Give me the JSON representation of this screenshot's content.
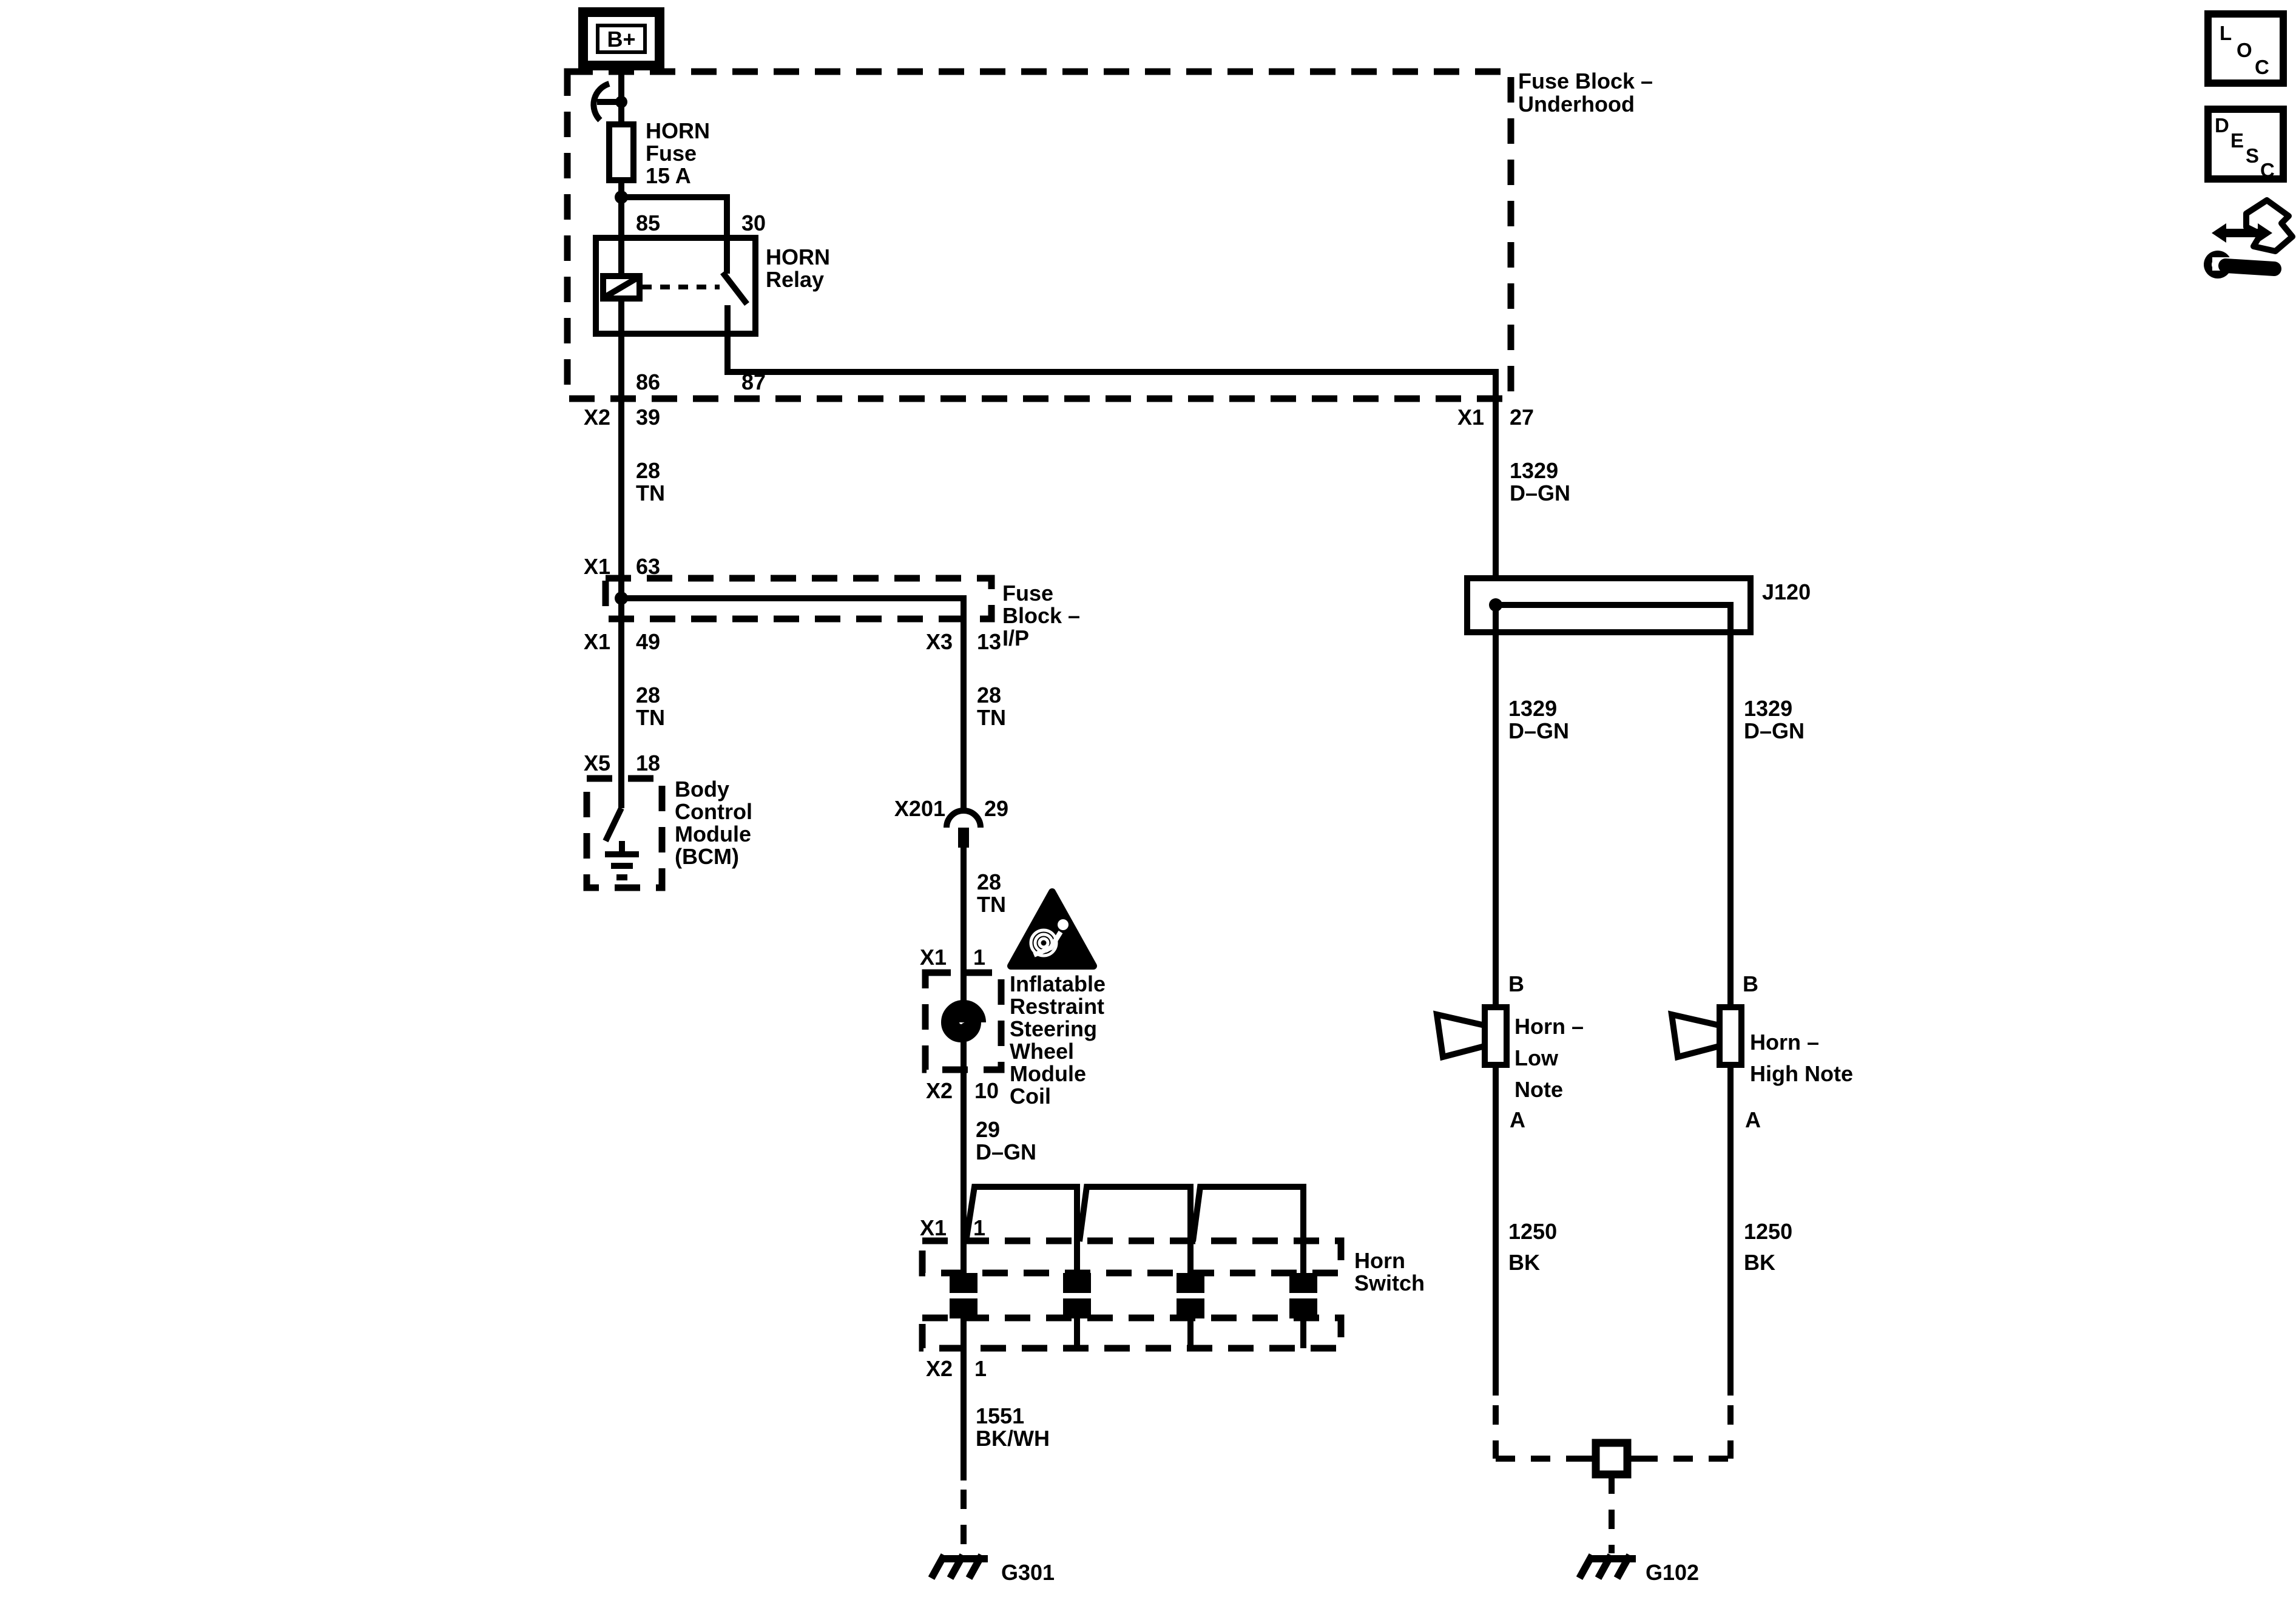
{
  "labels": {
    "b_plus": "B+",
    "fuse_block_underhood": [
      "Fuse Block –",
      "Underhood"
    ],
    "horn_fuse": [
      "HORN",
      "Fuse",
      "15 A"
    ],
    "horn_relay": [
      "HORN",
      "Relay"
    ],
    "pin_85": "85",
    "pin_30": "30",
    "pin_86": "86",
    "pin_87": "87",
    "x2_39": [
      "X2",
      "39"
    ],
    "x1_27": [
      "X1",
      "27"
    ],
    "wire_28tn_1": [
      "28",
      "TN"
    ],
    "wire_1329_1": [
      "1329",
      "D–GN"
    ],
    "x1_63": [
      "X1",
      "63"
    ],
    "fuse_block_ip": [
      "Fuse",
      "Block –",
      "I/P"
    ],
    "x1_49": [
      "X1",
      "49"
    ],
    "x3_13": [
      "X3",
      "13"
    ],
    "wire_28tn_2": [
      "28",
      "TN"
    ],
    "wire_28tn_3": [
      "28",
      "TN"
    ],
    "x5_18": [
      "X5",
      "18"
    ],
    "bcm": [
      "Body",
      "Control",
      "Module",
      "(BCM)"
    ],
    "x201_29": [
      "X201",
      "29"
    ],
    "wire_28tn_4": [
      "28",
      "TN"
    ],
    "coil_x1_1": [
      "X1",
      "1"
    ],
    "coil_module": [
      "Inflatable",
      "Restraint",
      "Steering",
      "Wheel",
      "Module",
      "Coil"
    ],
    "coil_x2_10": [
      "X2",
      "10"
    ],
    "wire_29dgn": [
      "29",
      "D–GN"
    ],
    "switch_x1_1": [
      "X1",
      "1"
    ],
    "horn_switch": [
      "Horn",
      "Switch"
    ],
    "switch_x2_1": [
      "X2",
      "1"
    ],
    "wire_1551": [
      "1551",
      "BK/WH"
    ],
    "ground_g301": "G301",
    "splice_j120": "J120",
    "wire_1329_2": [
      "1329",
      "D–GN"
    ],
    "wire_1329_3": [
      "1329",
      "D–GN"
    ],
    "horn_low_b": "B",
    "horn_low_a": "A",
    "horn_low": [
      "Horn –",
      "Low",
      "Note"
    ],
    "horn_high_b": "B",
    "horn_high_a": "A",
    "horn_high": [
      "Horn –",
      "High Note"
    ],
    "wire_1250_1": [
      "1250",
      "BK"
    ],
    "wire_1250_2": [
      "1250",
      "BK"
    ],
    "ground_g102": "G102",
    "loc": [
      "L",
      "O",
      "C"
    ],
    "desc": [
      "D",
      "E",
      "S",
      "C"
    ]
  },
  "colors": {
    "line": "#000000",
    "background": "#ffffff"
  }
}
